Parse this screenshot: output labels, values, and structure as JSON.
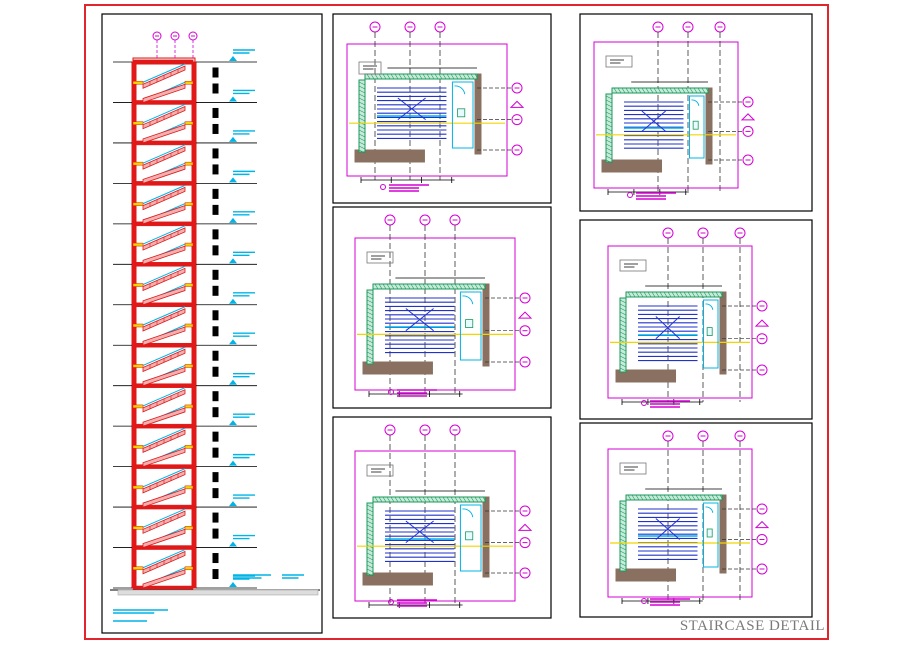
{
  "sheet": {
    "title": "STAIRCASE DETAIL",
    "colors": {
      "border": "#e0262c",
      "frame": "#000000",
      "magenta": "#d400d4",
      "cyan": "#00b4e6",
      "blue": "#2233cc",
      "red": "#e01818",
      "yellow": "#f2d500",
      "brown": "#8a7060",
      "green": "#1a9a5a",
      "grey": "#7a7a7a"
    }
  },
  "section": {
    "floor_count": 13,
    "grid_bubbles": 3
  },
  "plans": {
    "count": 6,
    "grid_bubbles_per_plan": 3,
    "side_bubbles_per_plan": 3
  }
}
